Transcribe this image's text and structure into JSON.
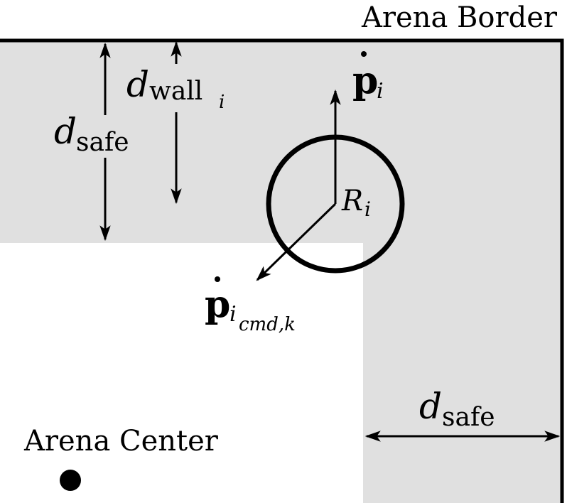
{
  "labels": {
    "arena_border": "Arena Border",
    "arena_center": "Arena Center"
  },
  "symbols": {
    "d": "d",
    "safe": "safe",
    "wall": "wall",
    "i": "i",
    "p": "p",
    "cmd_k": "cmd,k",
    "robot_region": "R"
  },
  "colors": {
    "safety_zone": "#e0e0e0",
    "stroke": "#000000",
    "background": "#ffffff"
  }
}
